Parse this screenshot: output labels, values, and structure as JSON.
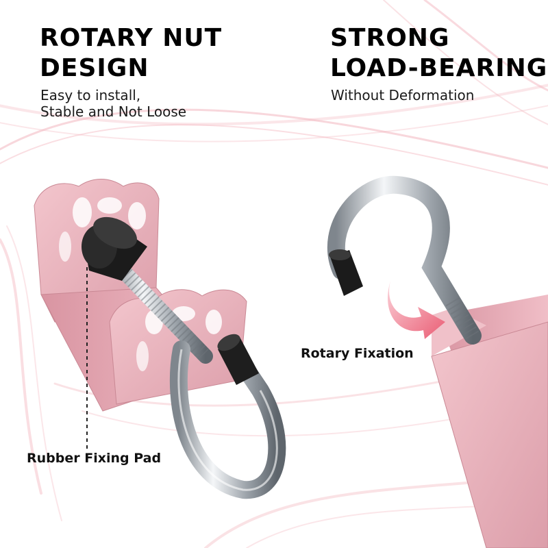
{
  "left_feature": {
    "title_line1": "ROTARY NUT",
    "title_line2": "DESIGN",
    "subtitle_line1": "Easy to install,",
    "subtitle_line2": "Stable and Not Loose"
  },
  "right_feature": {
    "title_line1": "STRONG",
    "title_line2": "LOAD-BEARING",
    "subtitle": "Without Deformation"
  },
  "callouts": {
    "rotary_fixation": "Rotary Fixation",
    "rubber_pad": "Rubber Fixing Pad"
  },
  "colors": {
    "background": "#ffffff",
    "headline": "#000000",
    "bracket_pink": "#eab3bc",
    "bracket_shadow": "#d48f9c",
    "ribbon_pink": "#f4bcc4",
    "steel": "#b7bcc1",
    "rubber": "#1b1b1b",
    "arrow": "#ee7386"
  }
}
